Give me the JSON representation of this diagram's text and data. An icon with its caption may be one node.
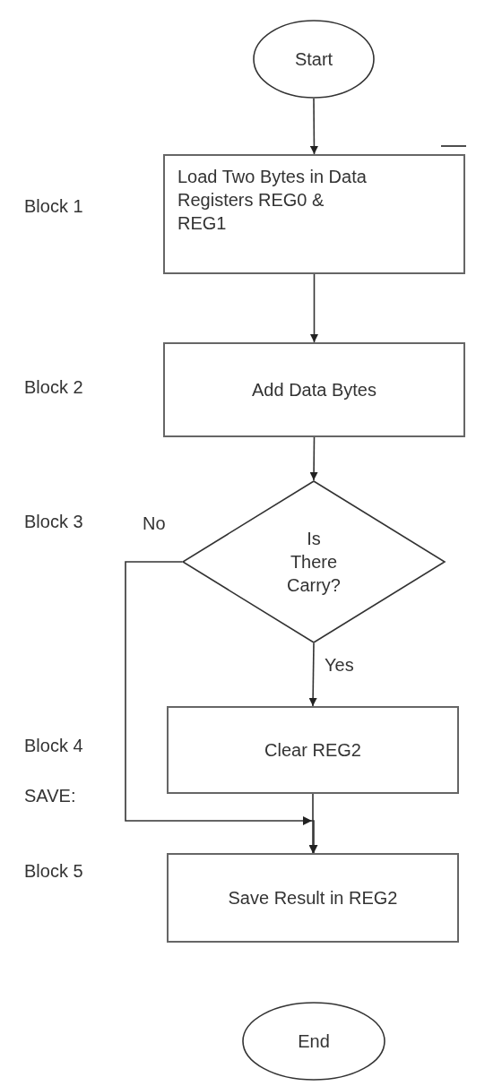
{
  "diagram": {
    "nodes": [
      {
        "text": [
          "Start"
        ]
      },
      {
        "text": [
          "Load Two Bytes in Data Registers REG0 & REG1"
        ]
      },
      {
        "text": [
          "Add Data Bytes"
        ]
      },
      {
        "text": [
          "Is There Carry?"
        ]
      },
      {
        "text": [
          "Clear REG2"
        ]
      },
      {
        "text": [
          "Save Result in REG2"
        ]
      },
      {
        "text": [
          "End"
        ]
      }
    ],
    "edges": [
      {
        "from": 0,
        "to": 1,
        "arrow": "to"
      },
      {
        "from": 1,
        "to": 2,
        "arrow": "to"
      },
      {
        "from": 2,
        "to": 3,
        "arrow": "to"
      },
      {
        "from": 3,
        "to": 4,
        "arrow": "to",
        "label": "Yes"
      },
      {
        "from": 3,
        "to": 5,
        "arrow": "to",
        "label": "No"
      },
      {
        "from": 4,
        "to": 5,
        "arrow": "to"
      }
    ],
    "labels": [
      "Block 1",
      "Block 2",
      "Block 3",
      "Block 4",
      "SAVE:",
      "Block 5"
    ]
  }
}
